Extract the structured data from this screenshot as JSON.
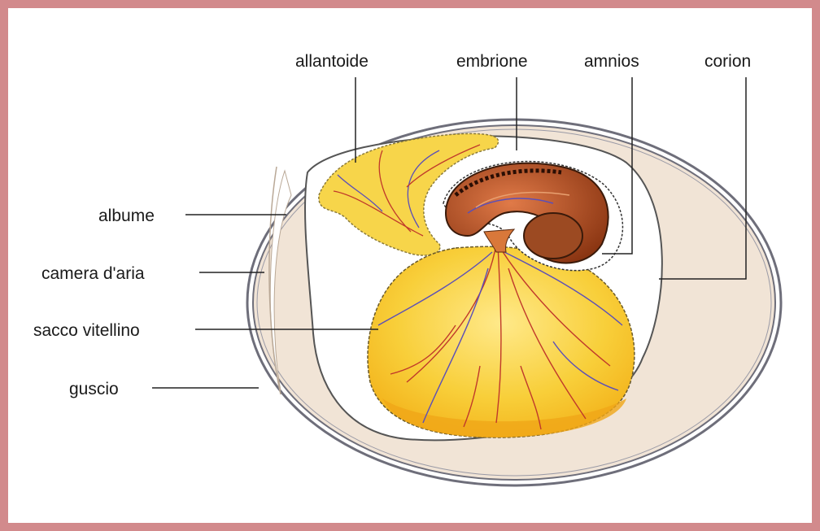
{
  "colors": {
    "frame": "#d28a8c",
    "shell": "#f1e4d6",
    "yolk": "#f6c21a",
    "allantois": "#f7d54a",
    "embryo": "#b84a1e",
    "vessels_red": "#c0392b",
    "vessels_blue": "#5b4fb8",
    "leader": "#222222"
  },
  "labels": {
    "allantoide": "allantoide",
    "embrione": "embrione",
    "amnios": "amnios",
    "corion": "corion",
    "albume": "albume",
    "camera_aria": "camera d'aria",
    "sacco_vitellino": "sacco vitellino",
    "guscio": "guscio"
  }
}
